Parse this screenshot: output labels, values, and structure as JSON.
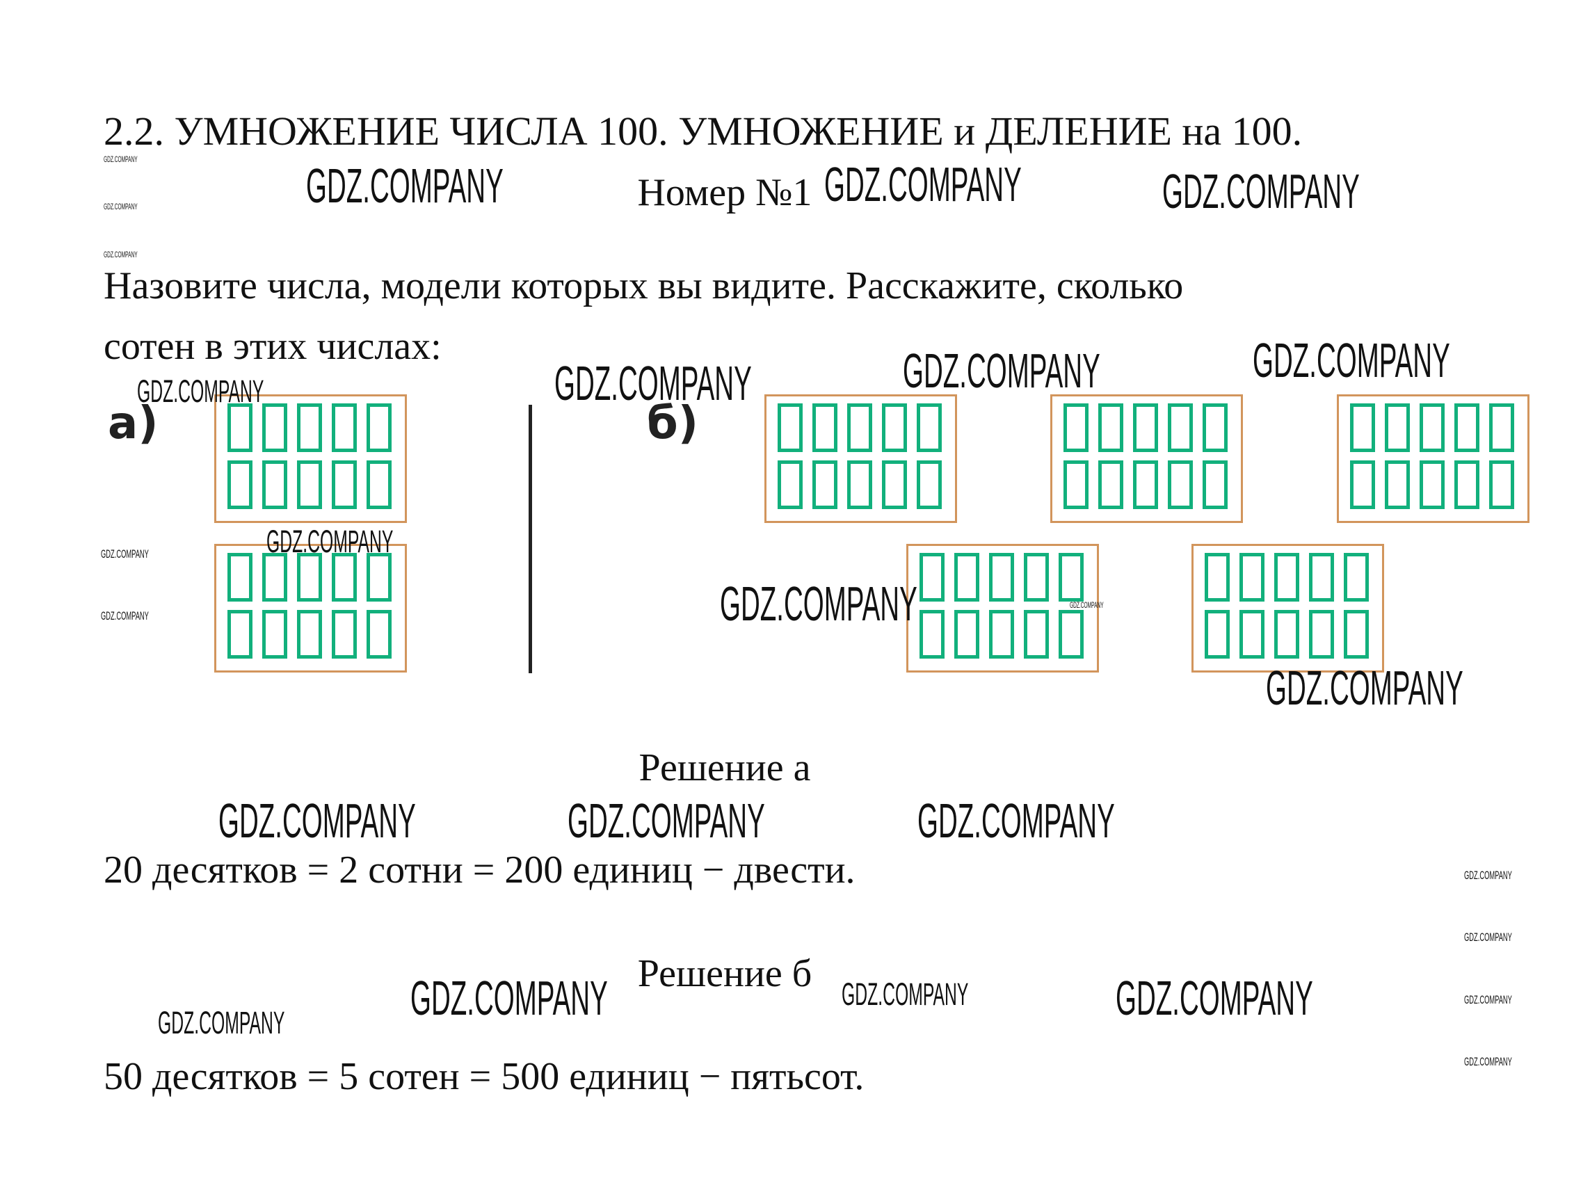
{
  "title": "2.2. УМНОЖЕНИЕ ЧИСЛА 100. УМНОЖЕНИЕ и ДЕЛЕНИЕ на 100.",
  "number": "Номер №1",
  "task": {
    "line1": "Назовите числа, модели которых вы видите. Расскажите, сколько",
    "line2": "сотен в этих числах:"
  },
  "figure": {
    "label_a": "а)",
    "label_b": "б)",
    "models_a": 2,
    "models_b": 5,
    "cells_per_model": 10,
    "colors": {
      "frame": "#d2955c",
      "cell": "#12b07c"
    }
  },
  "solution_a": {
    "heading": "Решение а",
    "text": "20 десятков = 2 сотни = 200 единиц − двести."
  },
  "solution_b": {
    "heading": "Решение б",
    "text": "50 десятков = 5 сотен = 500 единиц − пятьсот."
  },
  "watermark": "GDZ.COMPANY"
}
